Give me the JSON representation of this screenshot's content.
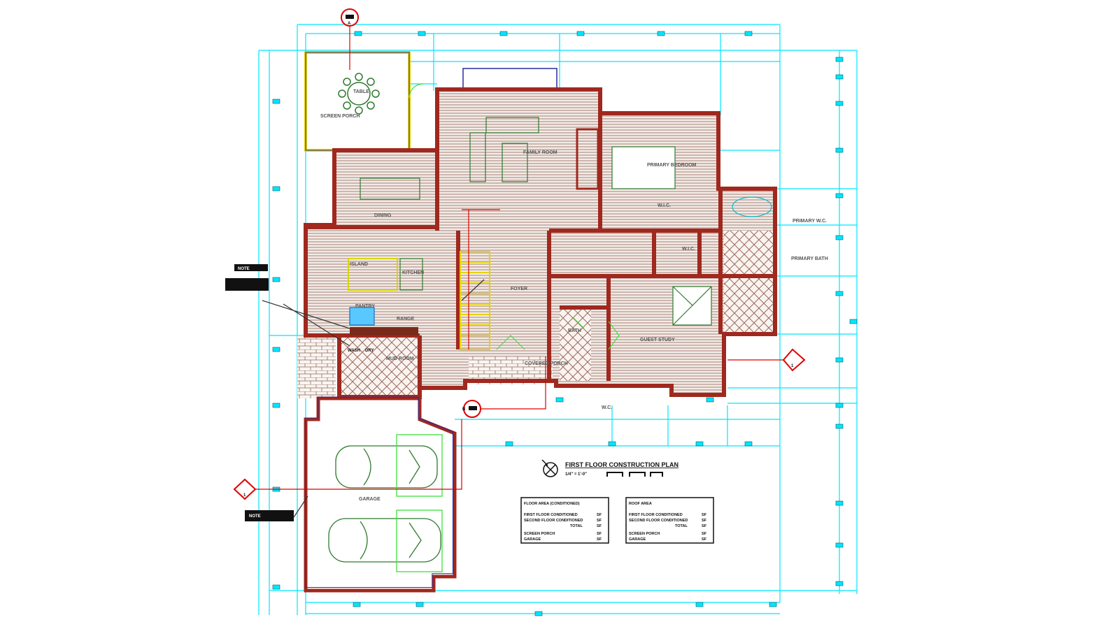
{
  "drawing": {
    "title": "FIRST FLOOR CONSTRUCTION PLAN",
    "scale": "1/4\" = 1'-0\"",
    "colors": {
      "wall": "#a0281e",
      "dimension": "#00e5ff",
      "section": "#e00000",
      "furniture": "#2f7a2f",
      "door": "#f0e000",
      "floor_hatch": "#b89a8e"
    }
  },
  "rooms": {
    "screen_porch": "SCREEN PORCH",
    "table": "TABLE",
    "dining": "DINING",
    "family_room": "FAMILY ROOM",
    "primary_bedroom": "PRIMARY BEDROOM",
    "wic_1": "W.I.C.",
    "wic_2": "W.I.C.",
    "primary_wc": "PRIMARY W.C.",
    "primary_bath": "PRIMARY BATH",
    "kitchen": "KITCHEN",
    "pantry": "PANTRY",
    "foyer": "FOYER",
    "guest_study": "GUEST STUDY",
    "bath": "BATH",
    "mud_room": "MUD ROOM",
    "covered_porch": "COVERED PORCH",
    "wc": "W.C.",
    "garage": "GARAGE",
    "island": "ISLAND",
    "range": "RANGE",
    "wash": "WASH",
    "dry": "DRY"
  },
  "sections": [
    "A",
    "B",
    "1",
    "1"
  ],
  "notes": {
    "left_note_1": "NOTE",
    "left_note_2": "NOTE"
  },
  "area_tables": [
    {
      "header": "FLOOR AREA (CONDITIONED)",
      "rows": [
        {
          "label": "FIRST FLOOR CONDITIONED",
          "value": "SF"
        },
        {
          "label": "SECOND FLOOR CONDITIONED",
          "value": "SF"
        },
        {
          "label": "TOTAL",
          "value": "SF"
        },
        {
          "label": "SCREEN PORCH",
          "value": "SF"
        },
        {
          "label": "GARAGE",
          "value": "SF"
        }
      ]
    },
    {
      "header": "ROOF AREA",
      "rows": [
        {
          "label": "FIRST FLOOR CONDITIONED",
          "value": "SF"
        },
        {
          "label": "SECOND FLOOR CONDITIONED",
          "value": "SF"
        },
        {
          "label": "TOTAL",
          "value": "SF"
        },
        {
          "label": "SCREEN PORCH",
          "value": "SF"
        },
        {
          "label": "GARAGE",
          "value": "SF"
        }
      ]
    }
  ]
}
